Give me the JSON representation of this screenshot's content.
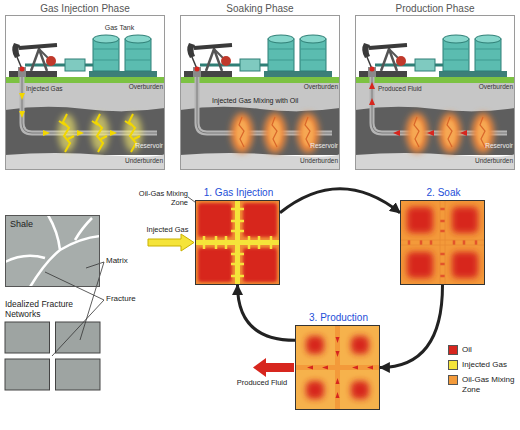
{
  "diagram": {
    "nodes": [
      {
        "text": [
          "Gas Injection Phase"
        ]
      },
      {
        "text": [
          "Soaking Phase"
        ]
      },
      {
        "text": [
          "Production Phase"
        ]
      },
      {
        "text": [
          "Shale"
        ]
      },
      {
        "text": [
          "Idealized Fracture Networks"
        ]
      },
      {
        "text": [
          "1. Gas Injection"
        ]
      },
      {
        "text": [
          "2. Soak"
        ]
      },
      {
        "text": [
          "3. Production"
        ]
      }
    ],
    "edges": [
      {
        "from": 5,
        "to": 6,
        "arrow": "to"
      },
      {
        "from": 6,
        "to": 7,
        "arrow": "to"
      },
      {
        "from": 7,
        "to": 5,
        "arrow": "to"
      }
    ],
    "labels": [
      "Gas Tank",
      "Injected Gas",
      "Overburden",
      "Reservoir",
      "Underburden",
      "Injected Gas Mixing with Oil",
      "Overburden",
      "Reservoir",
      "Underburden",
      "Produced Fluid",
      "Overburden",
      "Reservoir",
      "Underburden",
      "Matrix",
      "Fracture",
      "Oil-Gas Mixing Zone",
      "Injected Gas",
      "Produced Fluid"
    ],
    "legend": [
      {
        "text": "Oil",
        "color": "#d7261e"
      },
      {
        "text": "Injected Gas",
        "color": "#f5e43a"
      },
      {
        "text": "Oil-Gas Mixing Zone",
        "color": "#f39a3a"
      }
    ]
  }
}
